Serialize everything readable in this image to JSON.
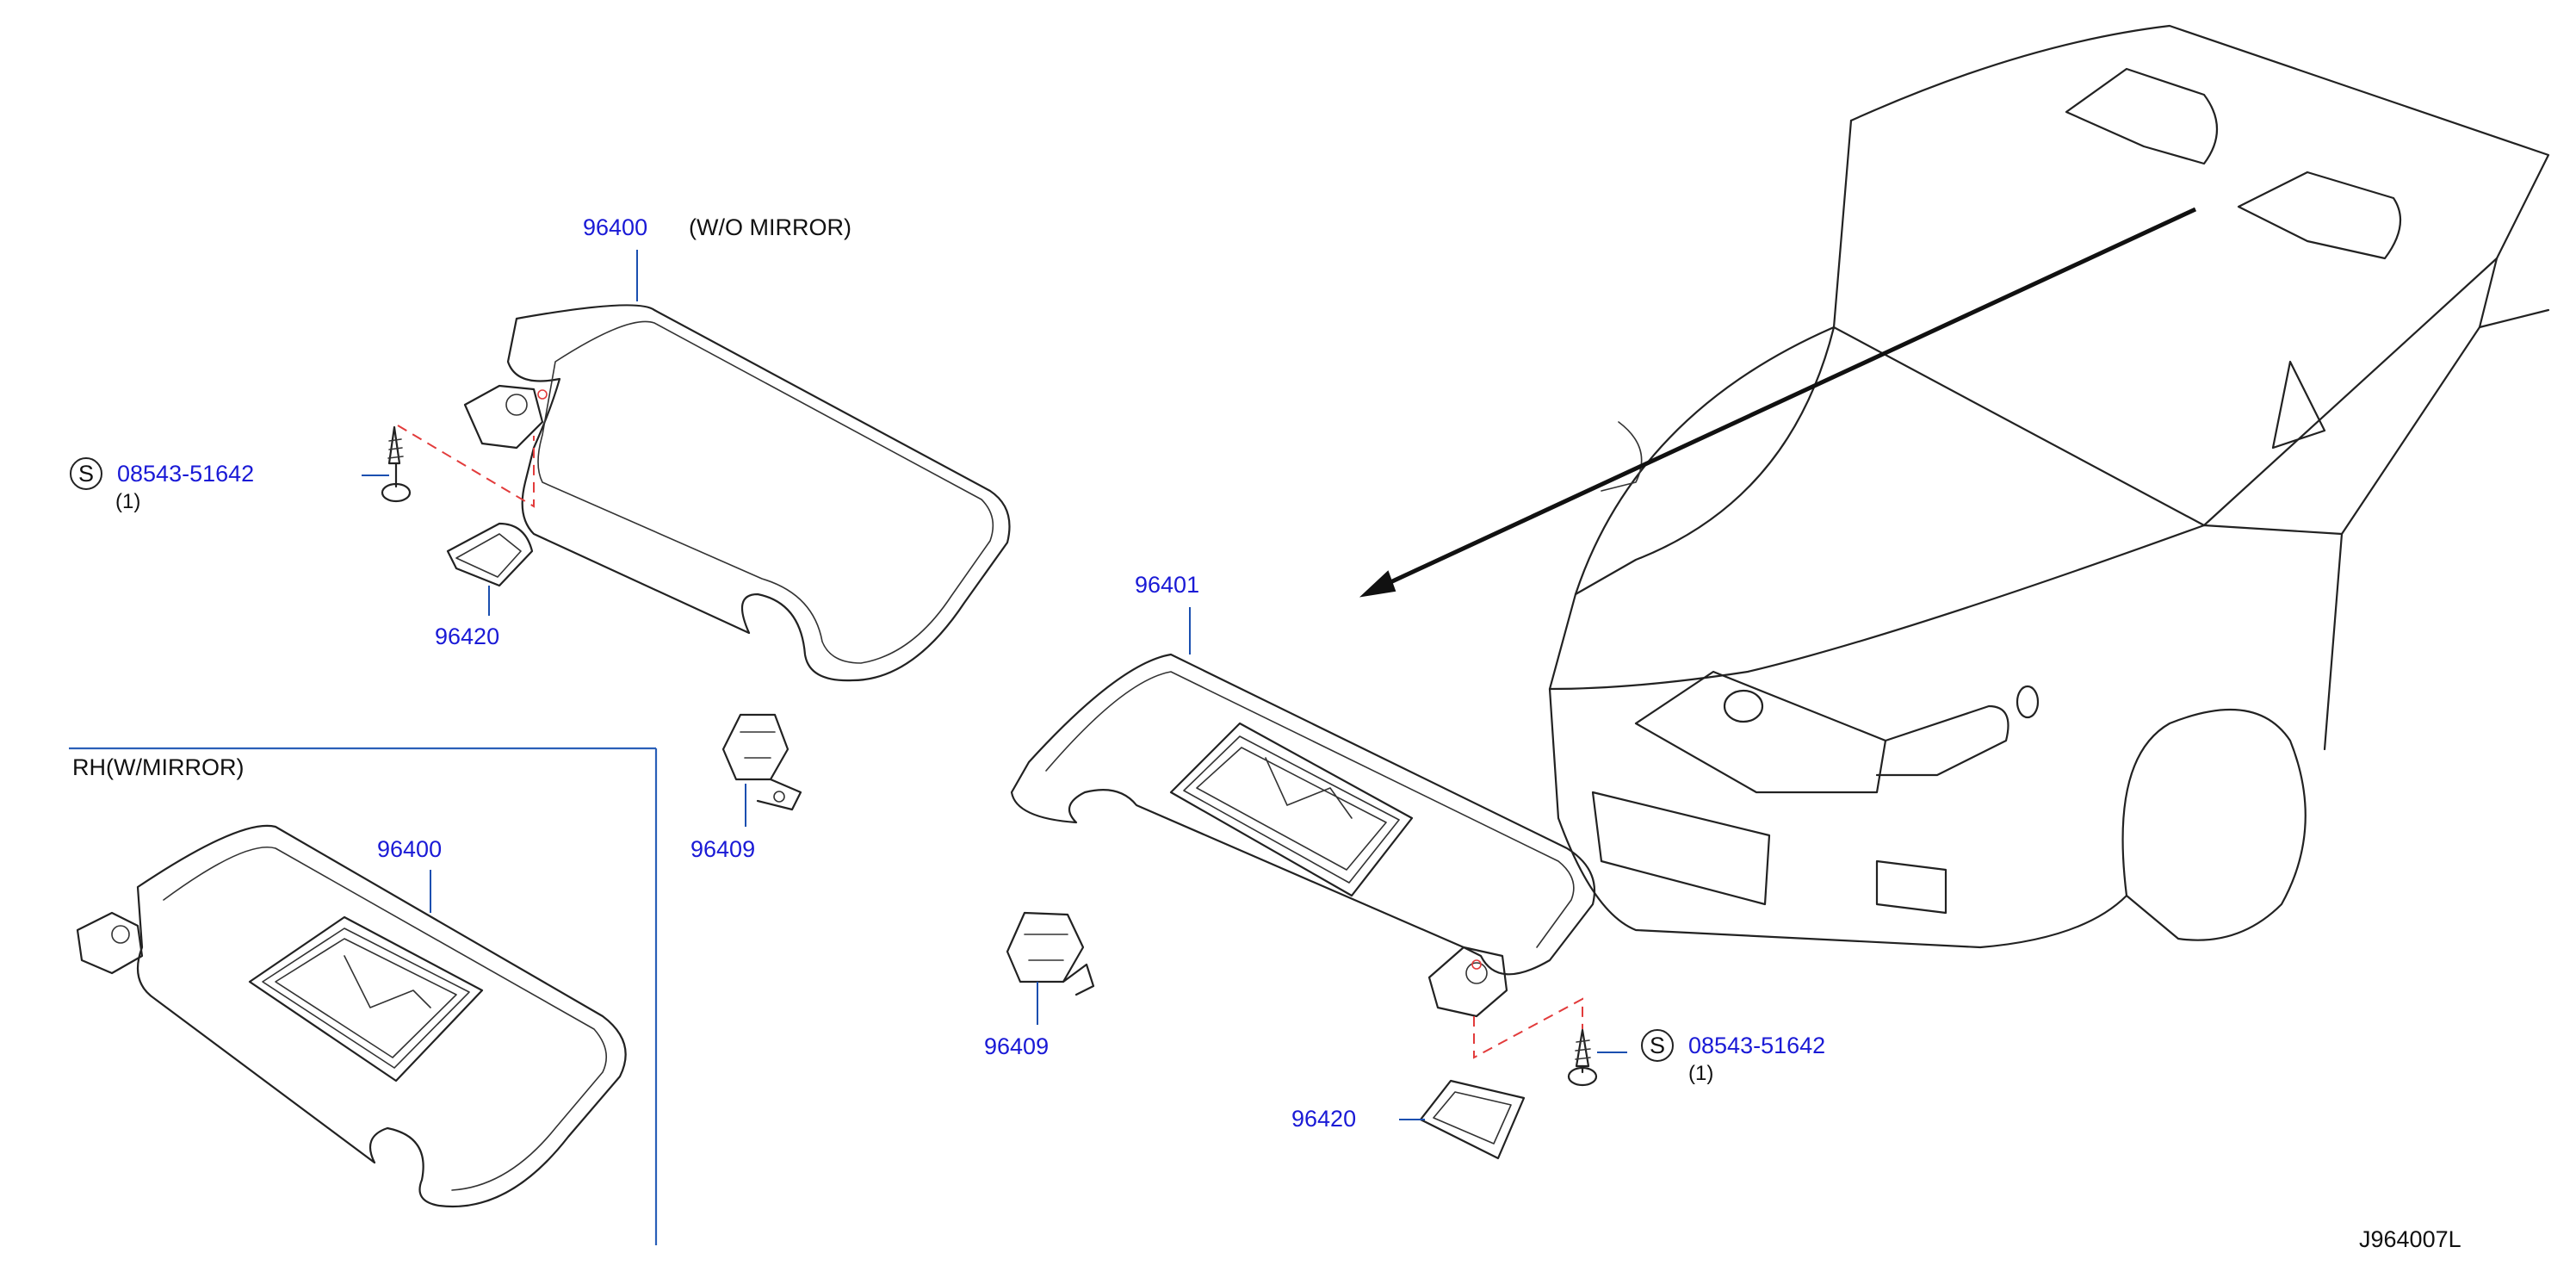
{
  "labels": {
    "visor_left_part": "96400",
    "visor_left_note": "(W/O   MIRROR)",
    "screw_left_symbol": "S",
    "screw_left_part": "08543-51642",
    "screw_left_qty": "(1)",
    "cover_left_part": "96420",
    "holder_left_part": "96409",
    "rh_section_title": "RH(W/MIRROR)",
    "visor_rh_part": "96400",
    "visor_right_part": "96401",
    "holder_right_part": "96409",
    "screw_right_symbol": "S",
    "screw_right_part": "08543-51642",
    "screw_right_qty": "(1)",
    "cover_right_part": "96420",
    "diagram_code": "J964007L"
  },
  "colors": {
    "part_number": "#1a1ad6",
    "leader_line": "#1a4fb0",
    "hidden_line": "#e23b3b",
    "ink": "#222222"
  }
}
